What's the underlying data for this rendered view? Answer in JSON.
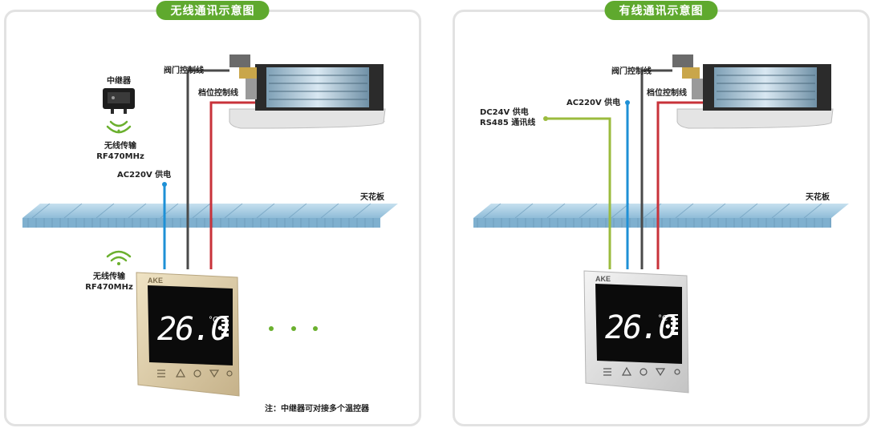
{
  "panels": {
    "left": {
      "title": "无线通讯示意图",
      "valve_line": "阀门控制线",
      "gear_line": "档位控制线",
      "repeater": "中继器",
      "wireless_top_1": "无线传输",
      "wireless_top_2": "RF470MHz",
      "power": "AC220V 供电",
      "ceiling": "天花板",
      "wireless_bottom_1": "无线传输",
      "wireless_bottom_2": "RF470MHz",
      "note": "注：中继器可对接多个温控器"
    },
    "right": {
      "title": "有线通讯示意图",
      "valve_line": "阀门控制线",
      "gear_line": "档位控制线",
      "power": "AC220V 供电",
      "dc_line_1": "DC24V 供电",
      "dc_line_2": "RS485 通讯线",
      "ceiling": "天花板"
    }
  },
  "thermostat": {
    "brand": "AKE",
    "temperature": "26.0",
    "unit": "°C"
  },
  "colors": {
    "title_green": "#5fa92e",
    "wire_blue": "#1e90d6",
    "wire_gray": "#4a4a4a",
    "wire_red": "#c8323a",
    "wire_green": "#9bbb3e",
    "ceiling_blue": "#a9cde3"
  }
}
